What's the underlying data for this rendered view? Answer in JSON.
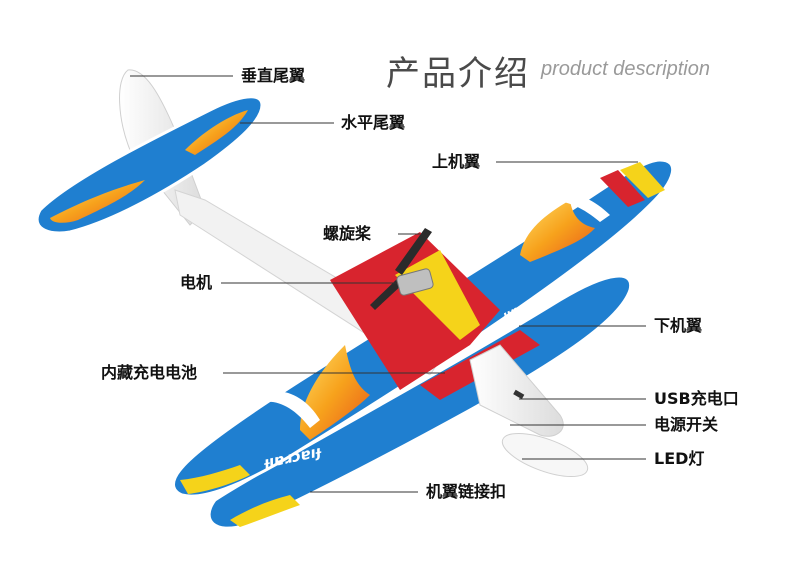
{
  "header": {
    "title_cn": "产品介绍",
    "title_en": "product description"
  },
  "labels": {
    "vertical_tail": "垂直尾翼",
    "horizontal_tail": "水平尾翼",
    "upper_wing": "上机翼",
    "propeller": "螺旋桨",
    "motor": "电机",
    "lower_wing": "下机翼",
    "battery": "内藏充电电池",
    "usb_port": "USB充电口",
    "power_switch": "电源开关",
    "led": "LED灯",
    "wing_clip": "机翼链接扣"
  },
  "product": {
    "wing_brand": "ɟıɐɹɔɐıɟ"
  },
  "colors": {
    "wing_blue": "#1f7fd0",
    "flame_orange": "#f39a1c",
    "fuselage_red": "#d8242e",
    "accent_yellow": "#f5d31a",
    "body_white": "#f4f4f4",
    "leader_line": "#333333"
  }
}
